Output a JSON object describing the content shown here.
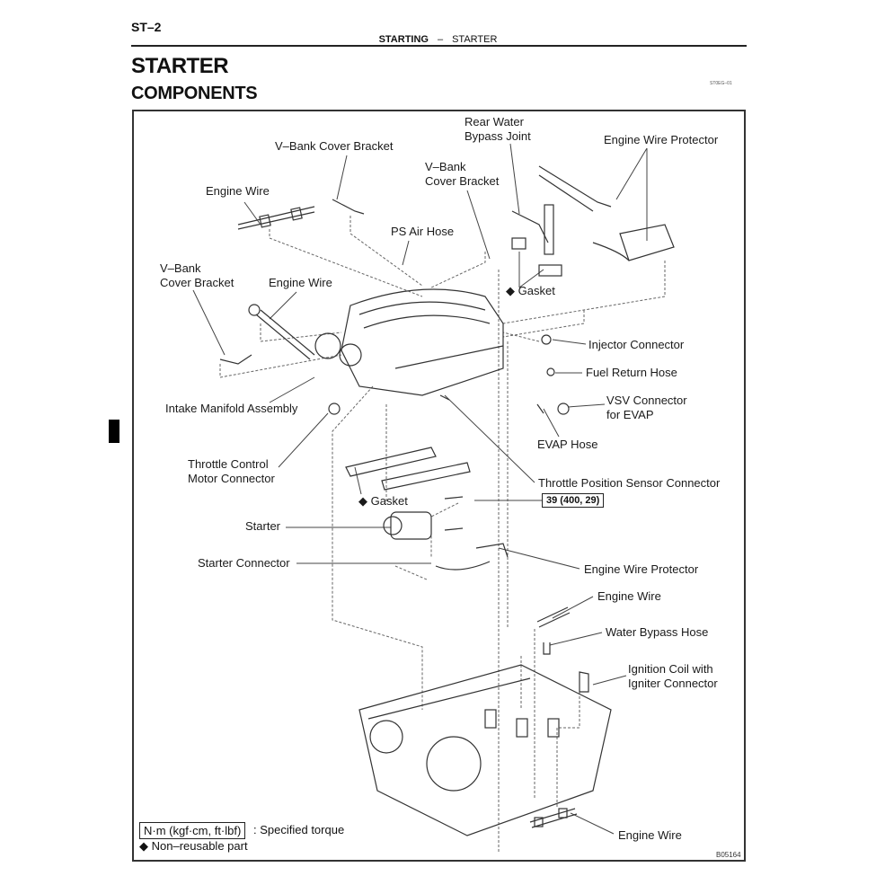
{
  "header": {
    "page_number": "ST–2",
    "section": "STARTING",
    "separator": "–",
    "subsection": "STARTER",
    "title": "STARTER",
    "subtitle": "COMPONENTS",
    "doc_code": "ST0EG–01"
  },
  "diagram": {
    "figure_code": "B05164",
    "labels": {
      "v_bank_cover_bracket_top": "V–Bank Cover Bracket",
      "engine_wire_top": "Engine Wire",
      "v_bank_cover_bracket_mid_1": "V–Bank",
      "v_bank_cover_bracket_mid_2": "Cover Bracket",
      "ps_air_hose": "PS Air Hose",
      "rear_water_bypass_joint_1": "Rear Water",
      "rear_water_bypass_joint_2": "Bypass Joint",
      "engine_wire_protector_top": "Engine Wire Protector",
      "gasket_top": "Gasket",
      "v_bank_cover_bracket_left_1": "V–Bank",
      "v_bank_cover_bracket_left_2": "Cover Bracket",
      "engine_wire_left": "Engine Wire",
      "injector_connector": "Injector Connector",
      "fuel_return_hose": "Fuel Return Hose",
      "vsv_connector_1": "VSV Connector",
      "vsv_connector_2": "for EVAP",
      "intake_manifold_assembly": "Intake Manifold Assembly",
      "evap_hose": "EVAP Hose",
      "throttle_control_1": "Throttle Control",
      "throttle_control_2": "Motor Connector",
      "throttle_position_sensor_connector": "Throttle Position Sensor Connector",
      "gasket_mid": "Gasket",
      "starter": "Starter",
      "starter_connector": "Starter Connector",
      "engine_wire_protector_mid": "Engine Wire Protector",
      "engine_wire_right": "Engine Wire",
      "water_bypass_hose": "Water Bypass Hose",
      "ignition_coil_1": "Ignition Coil with",
      "ignition_coil_2": "Igniter Connector",
      "engine_wire_bottom": "Engine Wire"
    },
    "torque_spec": "39 (400, 29)",
    "non_reusable_symbol": "◆"
  },
  "legend": {
    "torque_units": "N·m (kgf·cm, ft·lbf)",
    "torque_desc": ": Specified torque",
    "non_reusable": "◆ Non–reusable part"
  }
}
